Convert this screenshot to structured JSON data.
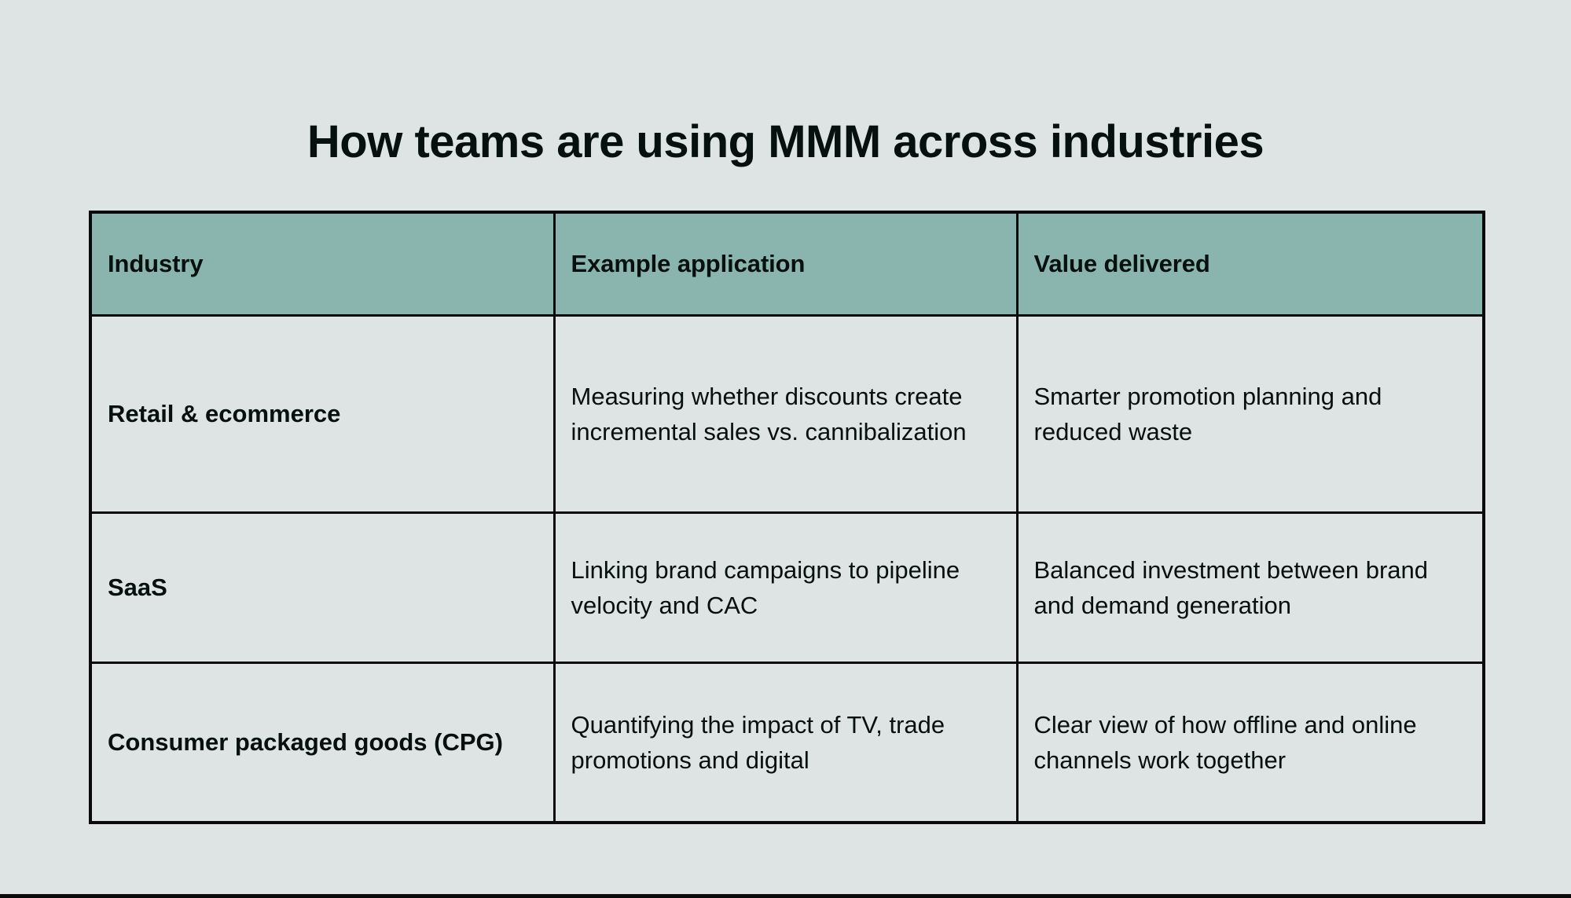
{
  "page": {
    "title": "How teams are using MMM across industries",
    "background_color": "#dde4e3",
    "header_fill_color": "#8ab5ae",
    "border_color": "#0a0a0a",
    "text_color": "#06100f"
  },
  "table": {
    "columns": [
      {
        "label": "Industry"
      },
      {
        "label": "Example application"
      },
      {
        "label": "Value delivered"
      }
    ],
    "rows": [
      {
        "industry": "Retail & ecommerce",
        "example_application": "Measuring whether discounts create incremental sales vs. cannibalization",
        "value_delivered": "Smarter promotion planning and reduced waste"
      },
      {
        "industry": "SaaS",
        "example_application": "Linking brand campaigns to pipeline velocity and CAC",
        "value_delivered": "Balanced investment between brand and demand generation"
      },
      {
        "industry": "Consumer packaged goods (CPG)",
        "example_application": "Quantifying the impact of TV, trade promotions and digital",
        "value_delivered": "Clear view of how offline and online channels work together"
      }
    ]
  }
}
